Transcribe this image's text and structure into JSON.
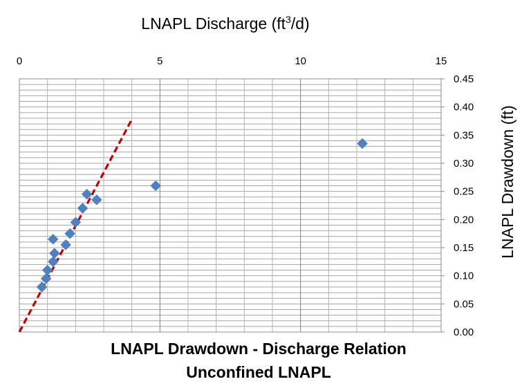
{
  "chart_data": {
    "type": "scatter",
    "title": "LNAPL Drawdown - Discharge Relation",
    "subtitle": "Unconfined LNAPL",
    "xlabel_main": "LNAPL Discharge (ft",
    "xlabel_sup": "3",
    "xlabel_end": "/d)",
    "ylabel": "LNAPL Drawdown (ft)",
    "xlim": [
      0,
      15
    ],
    "ylim": [
      0,
      0.45
    ],
    "x_axis_position": "top",
    "y_axis_position": "right",
    "x_ticks": [
      0,
      5,
      10,
      15
    ],
    "x_tick_labels": [
      "0",
      "5",
      "10",
      "15"
    ],
    "y_ticks": [
      0,
      0.05,
      0.1,
      0.15,
      0.2,
      0.25,
      0.3,
      0.35,
      0.4,
      0.45
    ],
    "y_tick_labels": [
      "0.00",
      "0.05",
      "0.10",
      "0.15",
      "0.20",
      "0.25",
      "0.30",
      "0.35",
      "0.40",
      "0.45"
    ],
    "grid": true,
    "minor_grid_x_step": 1,
    "minor_grid_y_step": 0.01,
    "series": [
      {
        "marker": "diamond",
        "color": "#4F81BD",
        "points": [
          {
            "x": 0.8,
            "y": 0.08
          },
          {
            "x": 0.95,
            "y": 0.095
          },
          {
            "x": 1.0,
            "y": 0.11
          },
          {
            "x": 1.2,
            "y": 0.125
          },
          {
            "x": 1.25,
            "y": 0.14
          },
          {
            "x": 1.2,
            "y": 0.165
          },
          {
            "x": 1.65,
            "y": 0.155
          },
          {
            "x": 1.8,
            "y": 0.175
          },
          {
            "x": 2.0,
            "y": 0.195
          },
          {
            "x": 2.25,
            "y": 0.22
          },
          {
            "x": 2.4,
            "y": 0.245
          },
          {
            "x": 2.75,
            "y": 0.235
          },
          {
            "x": 4.85,
            "y": 0.26
          },
          {
            "x": 12.2,
            "y": 0.335
          }
        ]
      }
    ],
    "trendline": {
      "style": "dashed",
      "color": "#C00000",
      "from": {
        "x": 0,
        "y": 0
      },
      "to": {
        "x": 4.0,
        "y": 0.378
      }
    }
  }
}
